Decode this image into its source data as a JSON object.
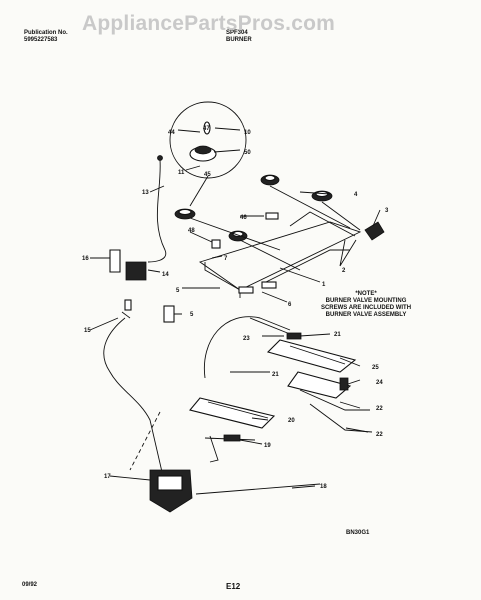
{
  "header": {
    "publication_label": "Publication No.",
    "publication_number": "5995227583",
    "model": "SPF304",
    "section": "BURNER"
  },
  "watermark": "AppliancePartsPros.com",
  "note_lines": [
    "*NOTE*",
    "BURNER VALVE MOUNTING",
    "SCREWS ARE INCLUDED WITH",
    "BURNER VALVE ASSEMBLY"
  ],
  "diagram_code": "BN30G1",
  "footer": {
    "date": "09/92",
    "page": "E12"
  },
  "callouts": [
    "47",
    "44",
    "10",
    "50",
    "11",
    "45",
    "13",
    "4",
    "3",
    "46",
    "48",
    "7",
    "1",
    "2",
    "16",
    "14",
    "5",
    "6",
    "5",
    "15",
    "21",
    "23",
    "21",
    "25",
    "24",
    "20",
    "22",
    "22",
    "19",
    "17",
    "18"
  ]
}
